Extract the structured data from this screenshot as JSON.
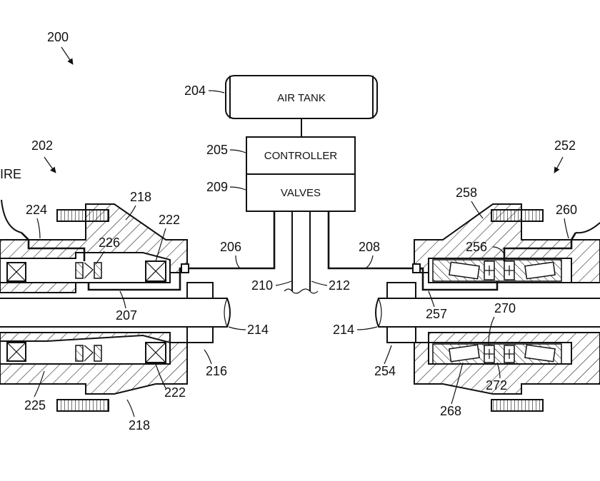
{
  "figure_ref": "200",
  "boxes": {
    "air_tank": {
      "ref": "204",
      "label": "AIR TANK"
    },
    "controller": {
      "ref": "205",
      "label": "CONTROLLER"
    },
    "valves": {
      "ref": "209",
      "label": "VALVES"
    }
  },
  "left_assembly": {
    "ref": "202",
    "tire_label": "IRE",
    "refs": {
      "r224": "224",
      "r218_top": "218",
      "r226": "226",
      "r222_top": "222",
      "r206": "206",
      "r207": "207",
      "r214": "214",
      "r216": "216",
      "r225": "225",
      "r222_bottom": "222",
      "r218_bottom": "218"
    }
  },
  "center_lines": {
    "r210": "210",
    "r212": "212"
  },
  "right_assembly": {
    "ref": "252",
    "refs": {
      "r258": "258",
      "r260": "260",
      "r256": "256",
      "r208": "208",
      "r257": "257",
      "r270": "270",
      "r214": "214",
      "r254": "254",
      "r272": "272",
      "r268": "268"
    }
  }
}
